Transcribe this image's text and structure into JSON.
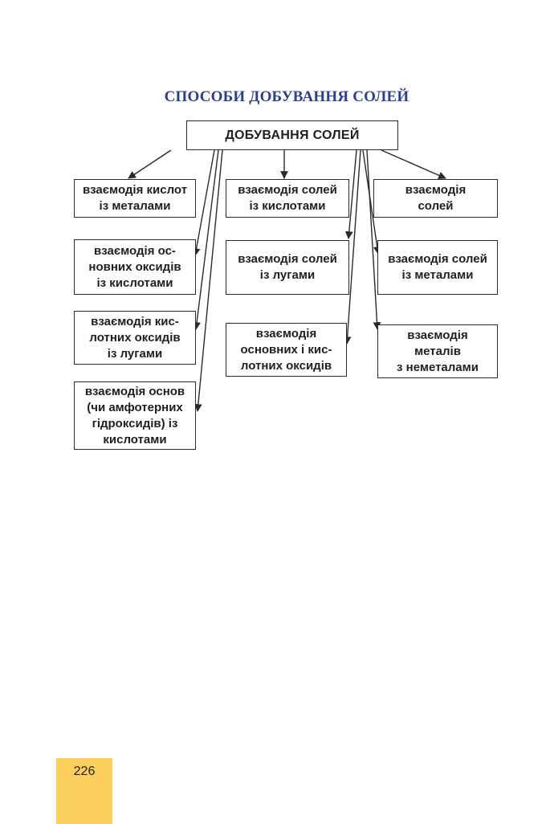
{
  "title": "СПОСОБИ ДОБУВАННЯ СОЛЕЙ",
  "root": {
    "label": "ДОБУВАННЯ СОЛЕЙ"
  },
  "nodes": [
    {
      "id": "n1",
      "lines": [
        "взаємодія кислот",
        "із металами"
      ]
    },
    {
      "id": "n2",
      "lines": [
        "взаємодія ос-",
        "новних оксидів",
        "із кислотами"
      ]
    },
    {
      "id": "n3",
      "lines": [
        "взаємодія кис-",
        "лотних оксидів",
        "із лугами"
      ]
    },
    {
      "id": "n4",
      "lines": [
        "взаємодія основ",
        "(чи амфотерних",
        "гідроксидів) із",
        "кислотами"
      ]
    },
    {
      "id": "n5",
      "lines": [
        "взаємодія солей",
        "із кислотами"
      ]
    },
    {
      "id": "n6",
      "lines": [
        "взаємодія солей",
        "із лугами"
      ]
    },
    {
      "id": "n7",
      "lines": [
        "взаємодія",
        "основних і кис-",
        "лотних оксидів"
      ]
    },
    {
      "id": "n8",
      "lines": [
        "взаємодія",
        "солей"
      ]
    },
    {
      "id": "n9",
      "lines": [
        "взаємодія солей",
        "із металами"
      ]
    },
    {
      "id": "n10",
      "lines": [
        "взаємодія",
        "металів",
        "з неметалами"
      ]
    }
  ],
  "edges": [
    {
      "from": "root",
      "to": "n1"
    },
    {
      "from": "root",
      "to": "n2"
    },
    {
      "from": "root",
      "to": "n3"
    },
    {
      "from": "root",
      "to": "n4"
    },
    {
      "from": "root",
      "to": "n5"
    },
    {
      "from": "root",
      "to": "n6"
    },
    {
      "from": "root",
      "to": "n7"
    },
    {
      "from": "root",
      "to": "n8"
    },
    {
      "from": "root",
      "to": "n9"
    },
    {
      "from": "root",
      "to": "n10"
    }
  ],
  "page_number": "226",
  "colors": {
    "title": "#2b3f8c",
    "page_tab": "#fbcf5c",
    "stroke": "#2a2a2a"
  }
}
